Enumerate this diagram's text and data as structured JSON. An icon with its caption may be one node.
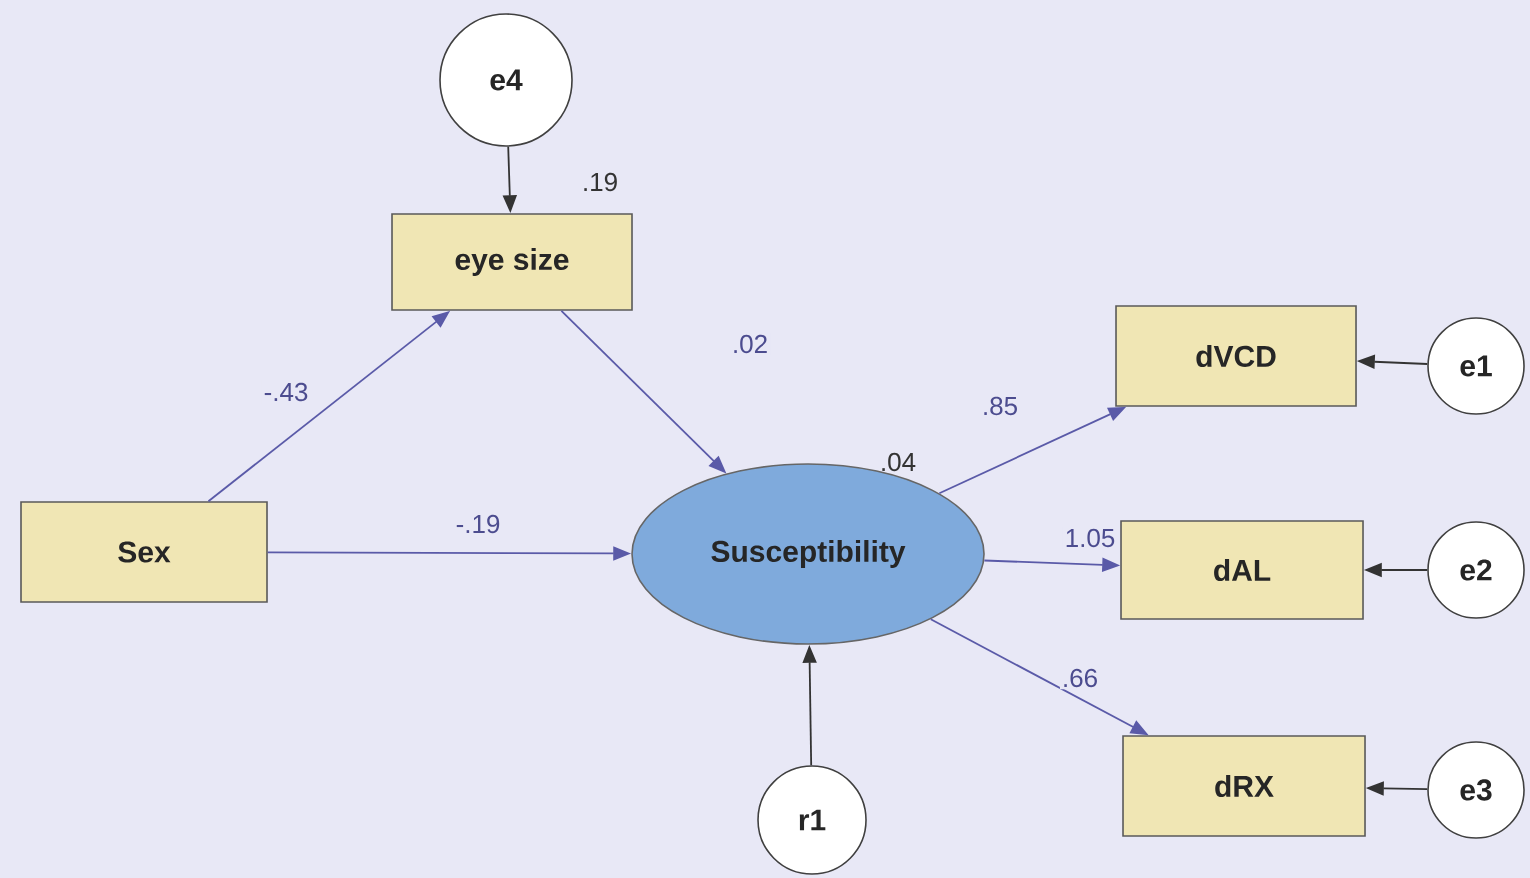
{
  "diagram": {
    "nodes": [
      {
        "text": [
          "e4"
        ]
      },
      {
        "text": [
          "eye size"
        ],
        "beside": [
          ".19"
        ]
      },
      {
        "text": [
          "Sex"
        ]
      },
      {
        "text": [
          "Susceptibility"
        ],
        "beside": [
          ".04"
        ]
      },
      {
        "text": [
          "dVCD"
        ]
      },
      {
        "text": [
          "dAL"
        ]
      },
      {
        "text": [
          "dRX"
        ]
      },
      {
        "text": [
          "e1"
        ]
      },
      {
        "text": [
          "e2"
        ]
      },
      {
        "text": [
          "e3"
        ]
      },
      {
        "text": [
          "r1"
        ]
      }
    ],
    "edges": [
      {
        "from": 0,
        "to": 1,
        "arrow": "to",
        "color": "#333333"
      },
      {
        "from": 2,
        "to": 1,
        "arrow": "to",
        "label": "-.43"
      },
      {
        "from": 1,
        "to": 3,
        "arrow": "to",
        "label": ".02"
      },
      {
        "from": 2,
        "to": 3,
        "arrow": "to",
        "label": "-.19"
      },
      {
        "from": 3,
        "to": 4,
        "arrow": "to",
        "label": ".85"
      },
      {
        "from": 3,
        "to": 5,
        "arrow": "to",
        "label": "1.05"
      },
      {
        "from": 3,
        "to": 6,
        "arrow": "to",
        "label": ".66"
      },
      {
        "from": 7,
        "to": 4,
        "arrow": "to",
        "color": "#333333"
      },
      {
        "from": 8,
        "to": 5,
        "arrow": "to",
        "color": "#333333"
      },
      {
        "from": 9,
        "to": 6,
        "arrow": "to",
        "color": "#333333"
      },
      {
        "from": 10,
        "to": 3,
        "arrow": "to",
        "color": "#333333"
      }
    ]
  }
}
